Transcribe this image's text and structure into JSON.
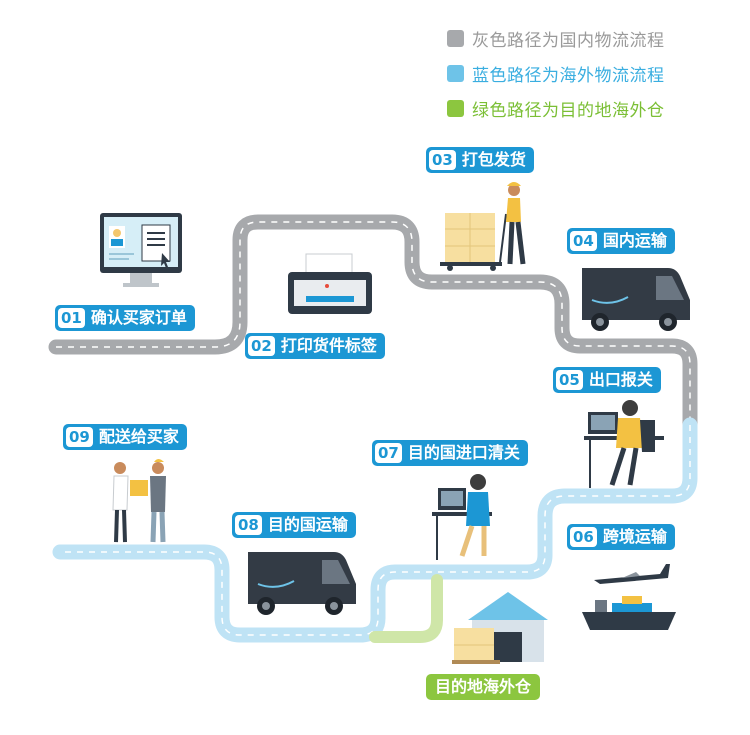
{
  "legend": [
    {
      "text": "灰色路径为国内物流流程",
      "color": "#a7a9ac"
    },
    {
      "text": "蓝色路径为海外物流流程",
      "color": "#6ec3e8"
    },
    {
      "text": "绿色路径为目的地海外仓",
      "color": "#8cc63f"
    }
  ],
  "steps": [
    {
      "num": "01",
      "text": "确认买家订单"
    },
    {
      "num": "02",
      "text": "打印货件标签"
    },
    {
      "num": "03",
      "text": "打包发货"
    },
    {
      "num": "04",
      "text": "国内运输"
    },
    {
      "num": "05",
      "text": "出口报关"
    },
    {
      "num": "06",
      "text": "跨境运输"
    },
    {
      "num": "07",
      "text": "目的国进口清关"
    },
    {
      "num": "08",
      "text": "目的国运输"
    },
    {
      "num": "09",
      "text": "配送给买家"
    }
  ],
  "warehouse_label": "目的地海外仓",
  "colors": {
    "accent": "#1c97d4",
    "domestic_road": "#a7a9ac",
    "overseas_road": "#6ec3e8",
    "warehouse_road": "#8cc63f"
  }
}
